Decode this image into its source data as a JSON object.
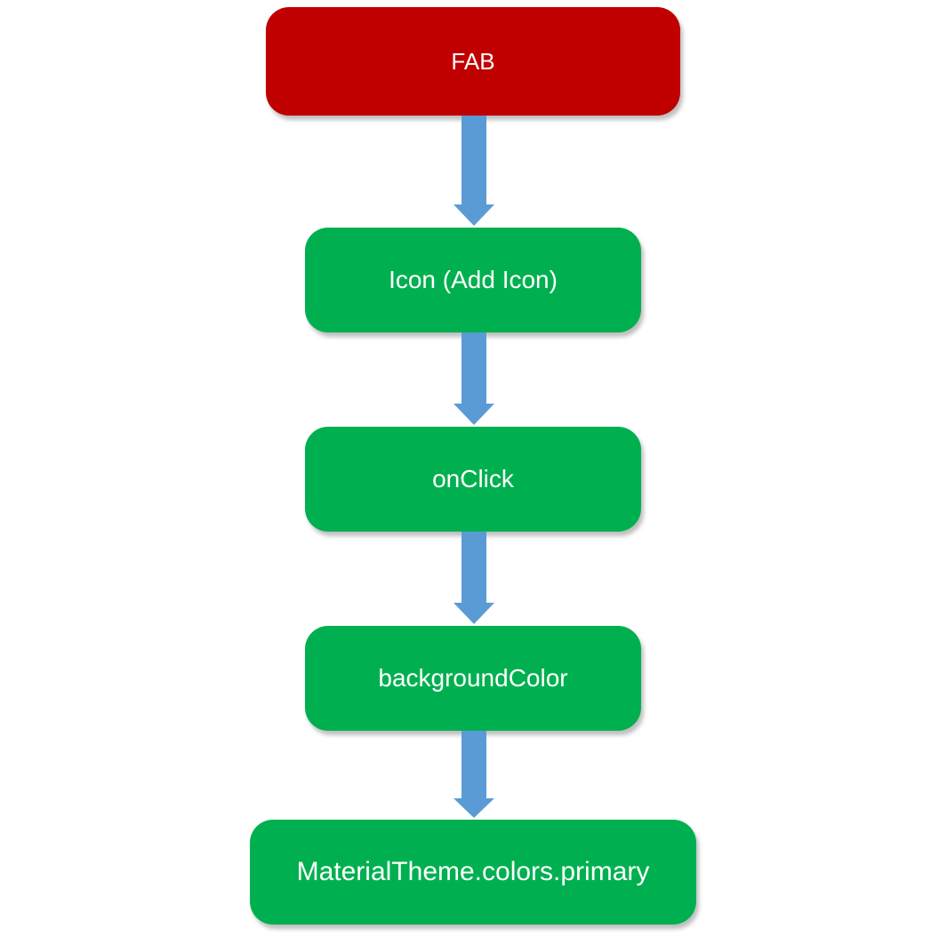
{
  "nodes": [
    {
      "label": "FAB",
      "color": "#c00000"
    },
    {
      "label": "Icon (Add Icon)",
      "color": "#00b050"
    },
    {
      "label": "onClick",
      "color": "#00b050"
    },
    {
      "label": "backgroundColor",
      "color": "#00b050"
    },
    {
      "label": "MaterialTheme.colors.primary",
      "color": "#00b050"
    }
  ],
  "edges": [
    {
      "from": "FAB",
      "to": "Icon (Add Icon)"
    },
    {
      "from": "Icon (Add Icon)",
      "to": "onClick"
    },
    {
      "from": "onClick",
      "to": "backgroundColor"
    },
    {
      "from": "backgroundColor",
      "to": "MaterialTheme.colors.primary"
    }
  ],
  "arrow_color": "#5b9bd5"
}
